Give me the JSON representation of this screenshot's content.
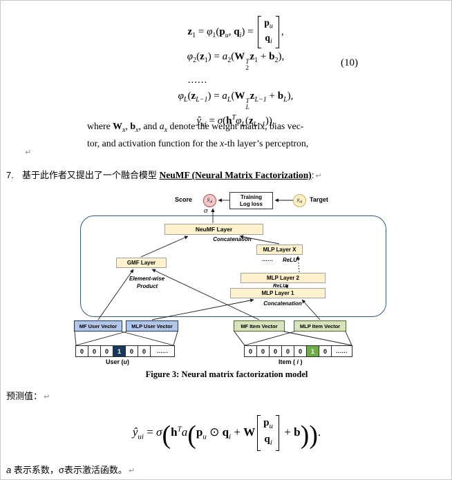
{
  "page": {
    "bg": "#ffffff",
    "border_color": "#c8c8c8",
    "paragraph_mark": "↵"
  },
  "colors": {
    "cream_box": "#fff2cc",
    "container_border": "#31597a",
    "vector_blue": "#b4c6e7",
    "vector_green": "#d6e3bc",
    "onehot_user_hot": "#17375d",
    "onehot_item_hot": "#6fad47",
    "score_circle_fill": "#f5caca",
    "score_circle_border": "#b94441",
    "target_circle_fill": "#fdf0c6"
  },
  "equation10": {
    "number": "(10)",
    "line1_html": "<b>z</b><sub>1</sub> = <i>φ</i><sub>1</sub>(<b>p</b><sub class='it'>u</sub>, <b>q</b><sub class='it'>i</sub>) = <span class='mat'><span class='lbr'></span><span class='stk'><span><b>p</b><sub class='it'>u</sub></span><span><b>q</b><sub class='it'>i</sub></span></span><span class='rbr'></span></span>,",
    "line2_html": "<i>φ</i><sub>2</sub>(<b>z</b><sub>1</sub>) = <i>a</i><sub>2</sub>(<b>W</b><span class='ss'><span><i>T</i></span><span>2</span></span><b>z</b><sub>1</sub> + <b>b</b><sub>2</sub>),",
    "line3_dots": "......",
    "line4_html": "<i>φ</i><sub class='it'>L</sub>(<b>z</b><sub class='it'>L−1</sub>) = <i>a</i><sub class='it'>L</sub>(<b>W</b><span class='ss'><span><i>T</i></span><span><i>L</i></span></span><b>z</b><sub class='it'>L−1</sub> + <b>b</b><sub class='it'>L</sub>),",
    "line5_html": "<i>ŷ</i><sub class='it'>ui</sub> = <i>σ</i>(<b>h</b><sup class='it'>T</sup><i>φ</i><sub class='it'>L</sub>(<b>z</b><sub class='it'>L−1</sub>)),"
  },
  "where_paragraph": {
    "line1_html": "where <b>W</b><sub class='it'>x</sub>, <b>b</b><sub class='it'>x</sub>, and <i>a</i><sub class='it'>x</sub> denote the weight matrix, bias vec-",
    "line2_html": "tor, and activation function for the <i>x</i>-th layer’s perceptron,"
  },
  "item7": {
    "number": "7.",
    "intro": "基于此作者又提出了一个融合模型 ",
    "model_name": "NeuMF (Neural Matrix Factorization)",
    "suffix": ":"
  },
  "figure": {
    "score_label": "Score",
    "yhat_html": "<i>ŷ</i><sub>ui</sub>",
    "training_line1": "Training",
    "training_line2": "Log loss",
    "target_value_html": "<i>y</i><sub>ui</sub>",
    "target_label": "Target",
    "sigma": "σ",
    "layers": {
      "neumf": "NeuMF Layer",
      "concat_top": "Concatenation",
      "mlp_x": "MLP Layer X",
      "dots": "......",
      "relu_top": "ReLU",
      "gmf": "GMF Layer",
      "elementwise1": "Element-wise",
      "elementwise2": "Product",
      "mlp2": "MLP Layer 2",
      "relu_mid": "ReLU",
      "mlp1": "MLP Layer 1",
      "concat_bottom": "Concatenation"
    },
    "vectors": [
      {
        "label": "MF User Vector",
        "fill": "#b4c6e7"
      },
      {
        "label": "MLP User Vector",
        "fill": "#b4c6e7"
      },
      {
        "label": "MF Item Vector",
        "fill": "#d6e3bc"
      },
      {
        "label": "MLP Item Vector",
        "fill": "#d6e3bc"
      }
    ],
    "user_onehot": {
      "cells": [
        "0",
        "0",
        "0",
        "1",
        "0",
        "0"
      ],
      "hot_index": 3,
      "dots": "......",
      "label_html": "User (<i>u</i>)",
      "hot_color": "#17375d"
    },
    "item_onehot": {
      "cells": [
        "0",
        "0",
        "0",
        "0",
        "0",
        "1",
        "0"
      ],
      "hot_index": 5,
      "dots": "......",
      "label_html": "Item ( <i>i</i> )",
      "hot_color": "#6fad47"
    },
    "caption": "Figure 3: Neural matrix factorization model"
  },
  "prediction_label": "预测值：",
  "final_equation_html": "<i>ŷ</i><sub class='it'>ui</sub> = <i>σ</i><span class='bp'>(</span><b>h</b><sup class='it'>T</sup><i>a</i><span class='bp'>(</span><b>p</b><sub class='it'>u</sub> ⊙ <b>q</b><sub class='it'>i</sub> + <b>W</b><span class='mat'><span class='lbr'></span><span class='stk'><span><b>p</b><sub class='it'>u</sub></span><span><b>q</b><sub class='it'>i</sub></span></span><span class='rbr'></span></span> + <b>b</b><span class='bp'>)</span><span class='bp'>)</span>.",
  "footer_html": "<i>a</i> 表示系数，σ表示激活函数。"
}
